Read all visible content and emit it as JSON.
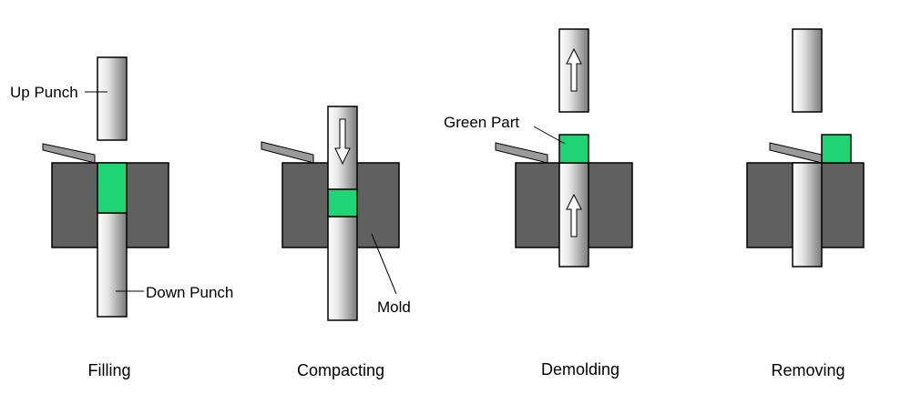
{
  "colors": {
    "mold": "#606060",
    "green_part": "#1ed475",
    "outline": "#000000",
    "feeder": "#9a9a9a",
    "punch_light": "#ffffff",
    "punch_dark": "#7a7a7a"
  },
  "labels": {
    "up_punch": "Up Punch",
    "down_punch": "Down Punch",
    "mold": "Mold",
    "green_part": "Green Part"
  },
  "stages": [
    {
      "caption": "Filling"
    },
    {
      "caption": "Compacting"
    },
    {
      "caption": "Demolding"
    },
    {
      "caption": "Removing"
    }
  ],
  "icons": {
    "arrow_down": "arrow-down-icon",
    "arrow_up": "arrow-up-icon"
  }
}
